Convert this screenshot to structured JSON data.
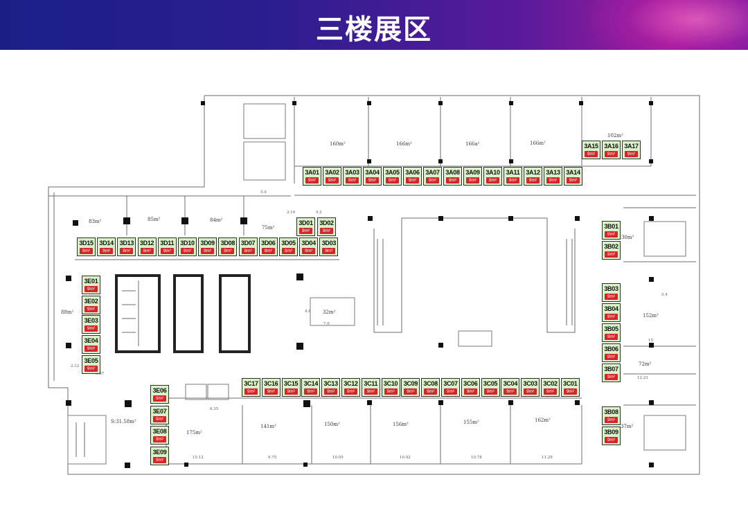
{
  "header": {
    "title": "三楼展区"
  },
  "colors": {
    "booth_fill": "#d9f2c8",
    "area_badge": "#d4262a",
    "header_start": "#1a1f86",
    "header_end": "#a0199c"
  },
  "booths": {
    "a_row": [
      "3A01",
      "3A02",
      "3A03",
      "3A04",
      "3A05",
      "3A06",
      "3A07",
      "3A08",
      "3A09",
      "3A10",
      "3A11",
      "3A12",
      "3A13",
      "3A14"
    ],
    "a_top": [
      "3A15",
      "3A16",
      "3A17"
    ],
    "d_right": [
      "3D01",
      "3D02"
    ],
    "d_row": [
      "3D15",
      "3D14",
      "3D13",
      "3D12",
      "3D11",
      "3D10",
      "3D09",
      "3D08",
      "3D07",
      "3D06",
      "3D05",
      "3D04",
      "3D03"
    ],
    "e_left": [
      "3E01",
      "3E02",
      "3E03",
      "3E04",
      "3E05"
    ],
    "e_lower": [
      "3E06",
      "3E07",
      "3E08",
      "3E09"
    ],
    "c_row": [
      "3C17",
      "3C16",
      "3C15",
      "3C14",
      "3C13",
      "3C12",
      "3C11",
      "3C10",
      "3C09",
      "3C08",
      "3C07",
      "3C06",
      "3C05",
      "3C04",
      "3C03",
      "3C02",
      "3C01"
    ],
    "b_top": [
      "3B01",
      "3B02"
    ],
    "b_mid": [
      "3B03",
      "3B04",
      "3B05",
      "3B06",
      "3B07"
    ],
    "b_bot": [
      "3B08",
      "3B09"
    ],
    "booth_area": "9m²"
  },
  "room_areas": {
    "a1": "160m²",
    "a2": "166m²",
    "a3": "166a²",
    "a4": "166m²",
    "a5": "102m²",
    "d1": "83m²",
    "d2": "85m²",
    "d3": "84m²",
    "d4": "75m²",
    "e": "88m²",
    "mid": "32m²",
    "b1": "30m²",
    "b2": "152m²",
    "b3": "72m²",
    "b4": "37m²",
    "c1": "175m²",
    "c2": "141m²",
    "c3": "150m²",
    "c4": "156m²",
    "c5": "155m²",
    "c6": "162m²",
    "stair_area": "S:31.58m²"
  },
  "dimensions": {
    "d_5_9": "5.9",
    "d_2_14": "2.14",
    "d_5_2": "5.2",
    "d_7_0": "7.0",
    "d_4_6": "4.6",
    "d_5_07": "5.07",
    "d_2_12": "2.12",
    "d_6_35": "6.35",
    "d_15": "15",
    "d_12_23": "12.23",
    "d_15_12": "15.12",
    "d_9_75": "9.75",
    "d_10_05": "10.05",
    "d_10_92": "10.92",
    "d_10_78": "10.78",
    "d_11_29": "11.29",
    "d_5_4": "5.4"
  }
}
